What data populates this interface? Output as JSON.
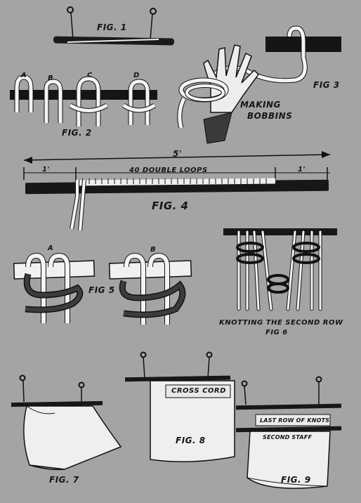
{
  "fig1": {
    "label": "FIG. 1"
  },
  "fig2": {
    "label": "FIG. 2",
    "letters": [
      "A",
      "B",
      "C",
      "D"
    ]
  },
  "fig3": {
    "label": "FIG 3",
    "caption_line1": "MAKING",
    "caption_line2": "BOBBINS"
  },
  "fig4": {
    "label": "FIG. 4",
    "total_length": "5'",
    "left_length": "1'",
    "right_length": "1'",
    "loops_label": "40 DOUBLE LOOPS"
  },
  "fig5": {
    "label": "FIG 5",
    "letters": [
      "A",
      "B"
    ]
  },
  "fig6": {
    "caption": "KNOTTING THE SECOND ROW",
    "label": "FIG 6"
  },
  "fig7": {
    "label": "FIG. 7"
  },
  "fig8": {
    "label": "FIG. 8",
    "cross_cord": "CROSS CORD"
  },
  "fig9": {
    "label": "FIG. 9",
    "last_row": "LAST ROW OF KNOTS",
    "second_staff": "SECOND STAFF"
  },
  "colors": {
    "background": "#a4a4a4",
    "ink": "#151515",
    "cord": "#f2f2f2",
    "fabric": "#eeeeee"
  }
}
